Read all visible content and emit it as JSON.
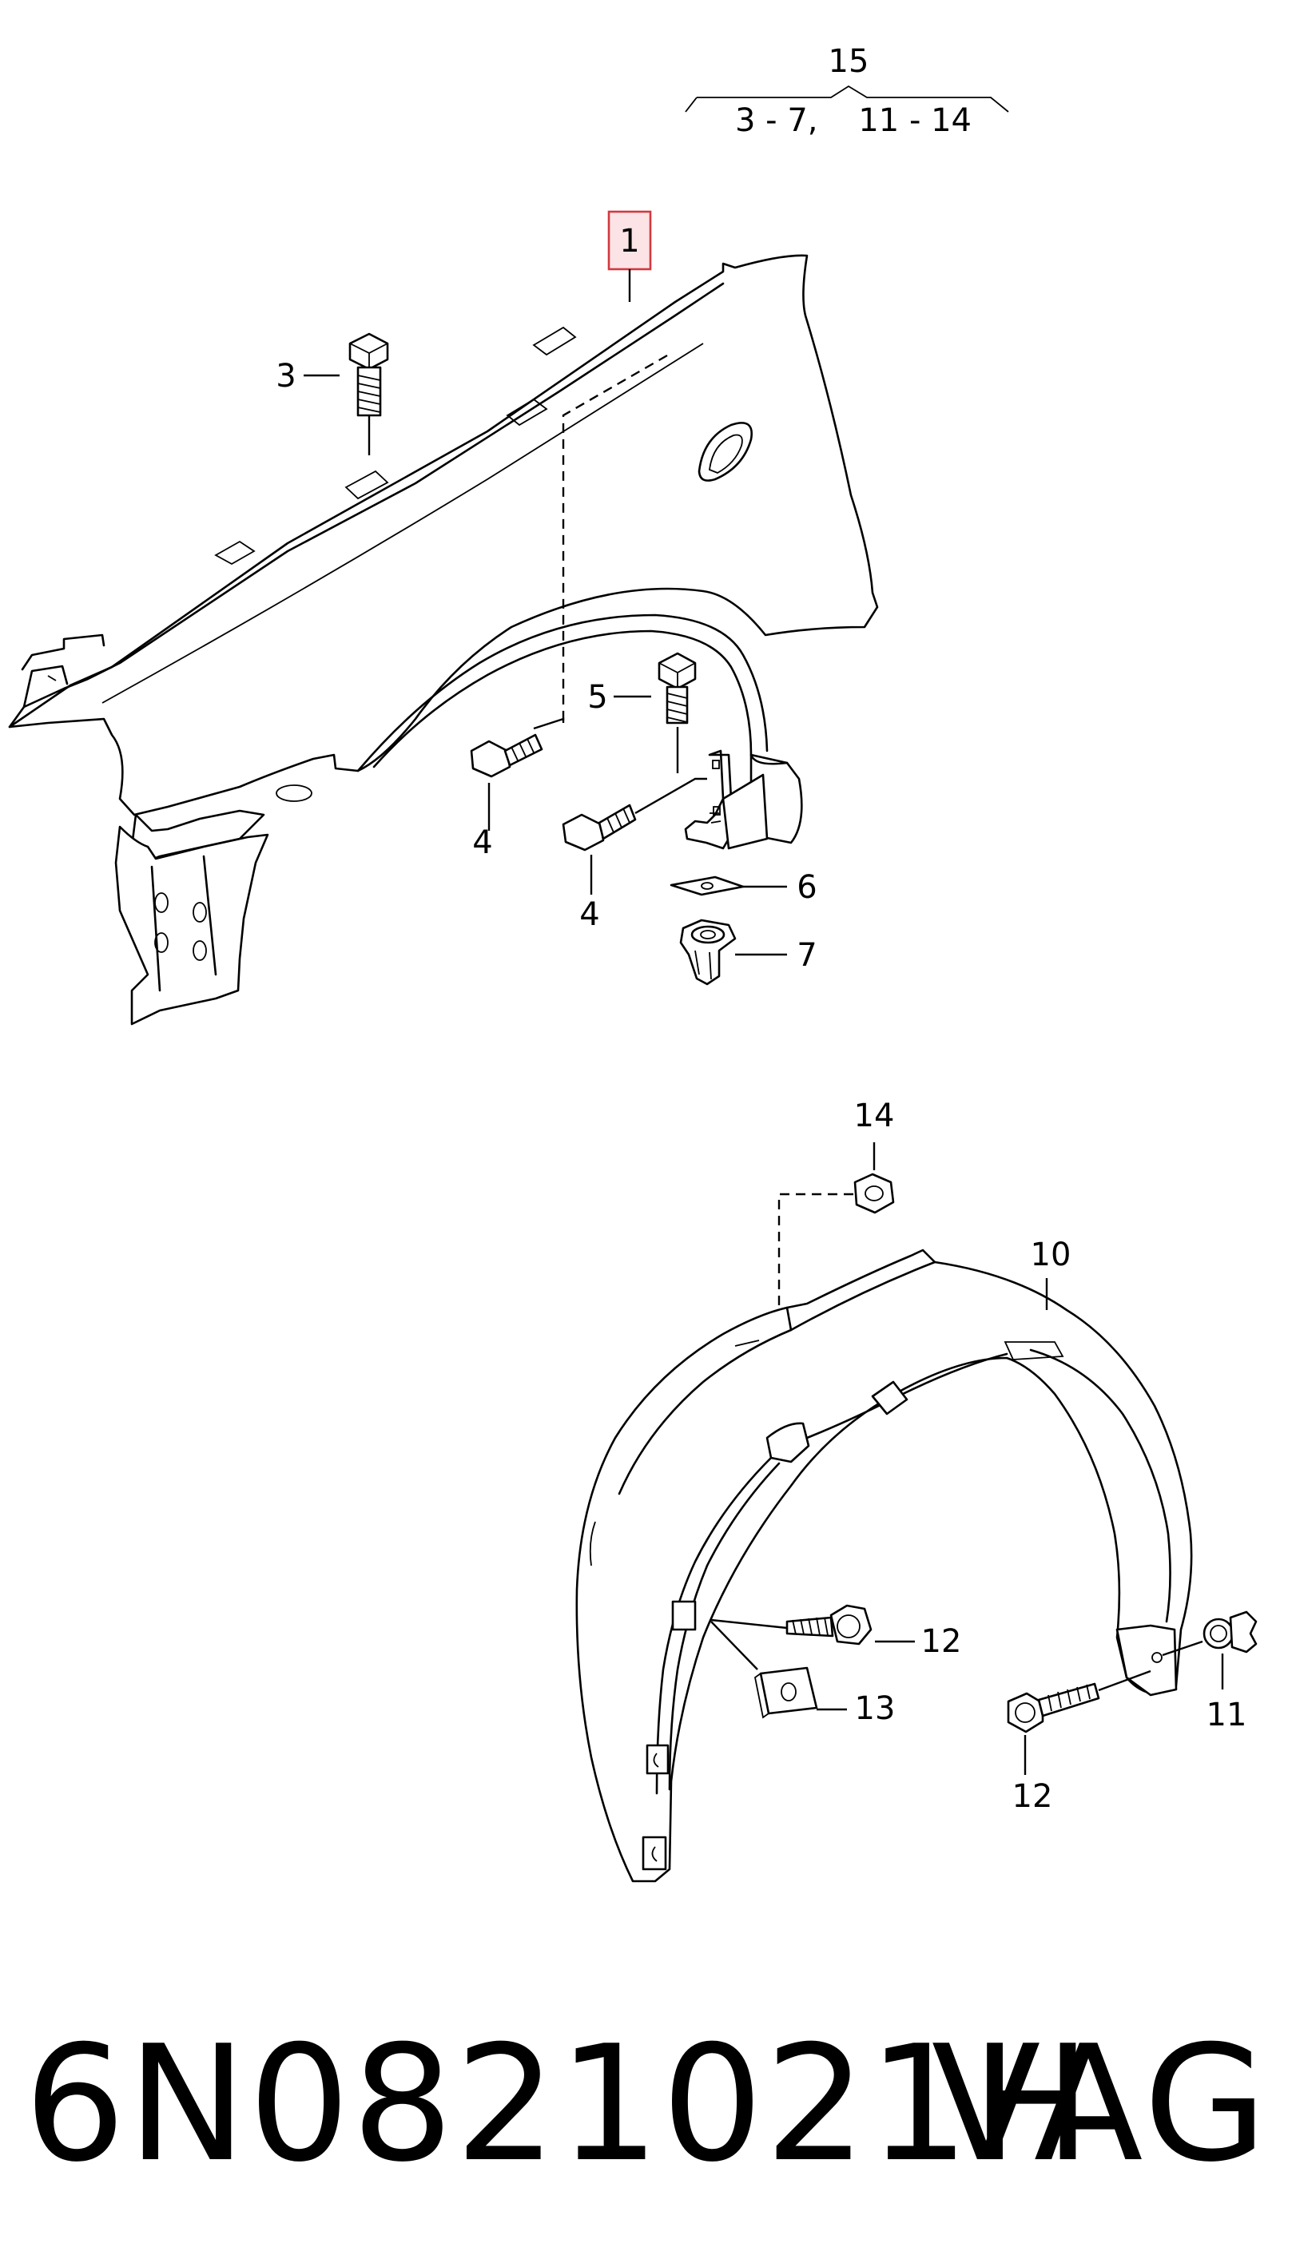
{
  "header": {
    "group_label": "15",
    "group_range": "3 - 7,    11 - 14"
  },
  "callouts": {
    "c1": "1",
    "c3": "3",
    "c4a": "4",
    "c4b": "4",
    "c5": "5",
    "c6": "6",
    "c7": "7",
    "c10": "10",
    "c11": "11",
    "c12a": "12",
    "c12b": "12",
    "c13": "13",
    "c14": "14"
  },
  "caption": {
    "part_number": "6N0821021H",
    "brand": "VAG"
  },
  "colors": {
    "highlight_fill": "#fbe3e6",
    "highlight_stroke": "#d2393f",
    "ink": "#000000"
  }
}
